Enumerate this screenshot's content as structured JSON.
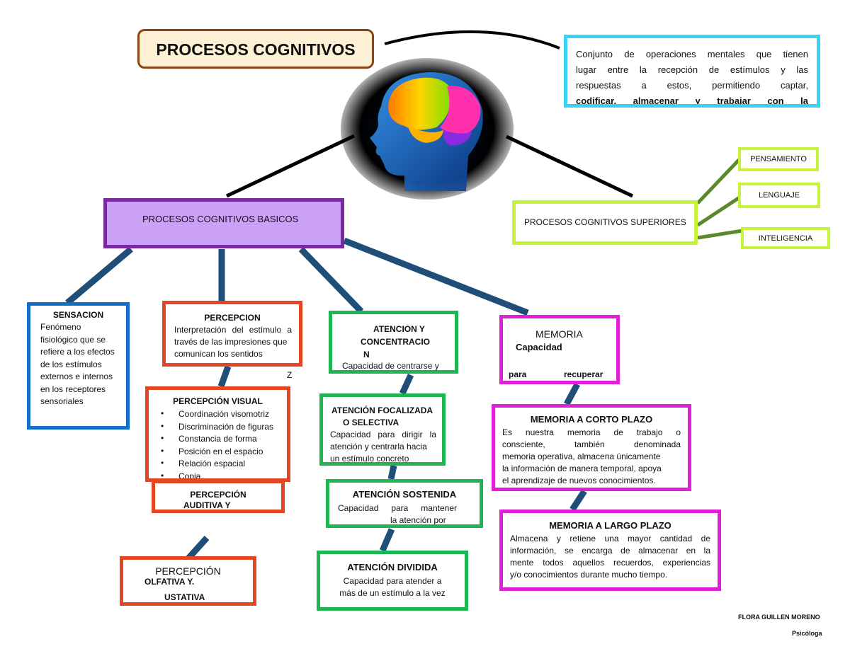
{
  "title": "PROCESOS COGNITIVOS",
  "definition": {
    "lines": [
      "Conjunto de operaciones mentales que tienen",
      "lugar entre la recepción de estímulos y las",
      "respuestas a estos, permitiendo captar,",
      "codificar, almacenar y trabajar con la"
    ]
  },
  "basic": {
    "label": "PROCESOS COGNITIVOS BASICOS"
  },
  "superior": {
    "label": "PROCESOS COGNITIVOS SUPERIORES",
    "items": [
      "PENSAMIENTO",
      "LENGUAJE",
      "INTELIGENCIA"
    ]
  },
  "sensacion": {
    "title": "SENSACION",
    "lines": [
      "Fenómeno",
      "fisiológico que se",
      "refiere a los efectos",
      "de los estímulos",
      "externos e internos",
      "en los receptores",
      "sensoriales"
    ]
  },
  "percepcion": {
    "title": "PERCEPCION",
    "lines": [
      "Interpretación del estímulo a",
      "través de las impresiones que",
      "comunican los sentidos"
    ],
    "stray": "Z"
  },
  "percepcion_visual": {
    "title": "PERCEPCIÓN VISUAL",
    "items": [
      "Coordinación visomotriz",
      "Discriminación de figuras",
      "Constancia de forma",
      "Posición en el espacio",
      "Relación espacial",
      "Copia"
    ]
  },
  "percepcion_auditiva": {
    "line1": "PERCEPCIÓN",
    "line2": "AUDITIVA Y"
  },
  "percepcion_olfativa": {
    "line1": "PERCEPCIÓN",
    "line2": "OLFATIVA Y.",
    "line3": "USTATIVA"
  },
  "atencion": {
    "line1": "ATENCION Y",
    "line2": "CONCENTRACIO",
    "line3": "N",
    "desc": "Capacidad de centrarse y"
  },
  "atencion_focalizada": {
    "line1": "ATENCIÓN FOCALIZADA",
    "line2": "O SELECTIVA",
    "lines": [
      "Capacidad para dirigir la",
      "atención y centrarla hacia",
      "un estímulo concreto"
    ]
  },
  "atencion_sostenida": {
    "title": "ATENCIÓN SOSTENIDA",
    "line1": "Capacidad para mantener",
    "line2": "la atención por"
  },
  "atencion_dividida": {
    "title": "ATENCIÓN DIVIDIDA",
    "line1": "Capacidad para atender a",
    "line2": "más de un estímulo a la vez"
  },
  "memoria": {
    "title": "MEMORIA",
    "line1": "Capacidad",
    "line2a": "para",
    "line2b": "recuperar"
  },
  "memoria_corto": {
    "title": "MEMORIA A CORTO PLAZO",
    "lines": [
      "Es nuestra memoria de trabajo o",
      "consciente, también denominada",
      "memoria operativa, almacena únicamente",
      "la información de manera temporal, apoya",
      "el aprendizaje de nuevos conocimientos."
    ]
  },
  "memoria_largo": {
    "title": "MEMORIA A LARGO PLAZO",
    "lines": [
      "Almacena y retiene una mayor cantidad de",
      "información, se encarga de almacenar en la",
      "mente todos aquellos recuerdos, experiencias",
      "y/o conocimientos durante mucho tiempo."
    ]
  },
  "author": {
    "name": "FLORA GUILLEN MORENO",
    "role": "Psicóloga"
  },
  "colors": {
    "title_border": "#8b4513",
    "definition_border": "#33d4f4",
    "basic_fill": "#cba1f7",
    "basic_border": "#7a2aa0",
    "superior_border": "#c7f23a",
    "sensacion_border": "#1270c6",
    "percepcion_border": "#e34623",
    "atencion_border": "#1eb652",
    "memoria_border": "#e020d6",
    "connector_dark": "#1f4e79",
    "connector_green": "#5a8a2b"
  }
}
